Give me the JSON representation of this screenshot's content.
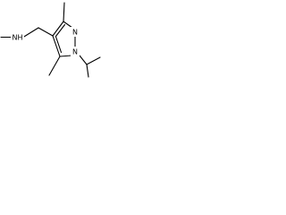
{
  "molecule": {
    "atoms": {
      "nh": "NH",
      "n1": "N",
      "n2": "N"
    }
  },
  "colors": {
    "bond": "#000000",
    "background": "#ffffff"
  }
}
